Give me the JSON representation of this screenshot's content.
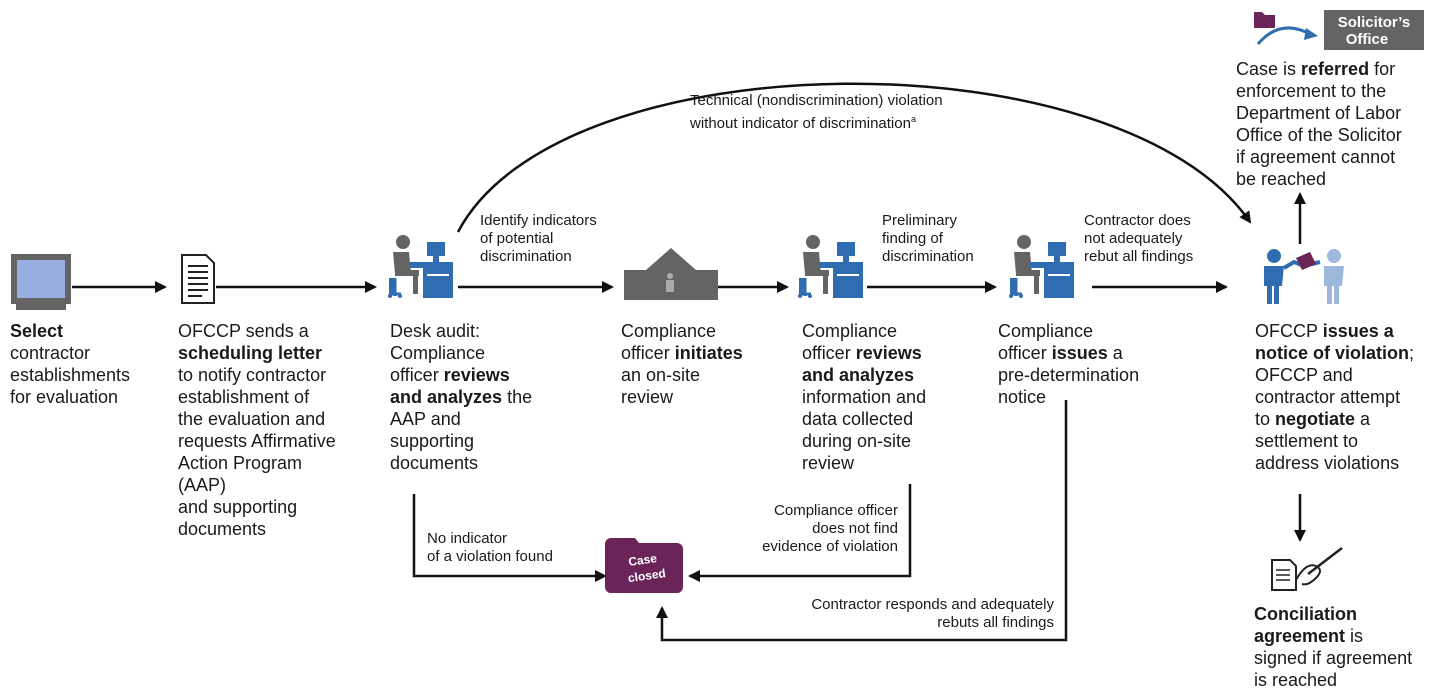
{
  "steps": {
    "select": {
      "line1_bold": "Select",
      "line2": "contractor",
      "line3": "establishments",
      "line4": "for evaluation"
    },
    "scheduling": {
      "line1": "OFCCP sends a",
      "line2_bold": "scheduling letter",
      "line3": "to notify contractor",
      "line4": "establishment of",
      "line5": "the evaluation and",
      "line6": "requests Affirmative",
      "line7": "Action Program",
      "line8": "(AAP)",
      "line9": "and supporting",
      "line10": "documents"
    },
    "desk_audit": {
      "line1": "Desk audit:",
      "line2": "Compliance",
      "line3_pre": "officer ",
      "line3_bold": "reviews",
      "line4_bold": "and analyzes",
      "line4_post": " the",
      "line5": "AAP and",
      "line6": "supporting",
      "line7": "documents"
    },
    "onsite": {
      "line1": "Compliance",
      "line2_pre": "officer ",
      "line2_bold": "initiates",
      "line3": "an on-site",
      "line4": "review"
    },
    "review": {
      "line1": "Compliance",
      "line2_pre": "officer ",
      "line2_bold": "reviews",
      "line3_bold": "and analyzes",
      "line4": "information and",
      "line5": "data collected",
      "line6": "during on-site",
      "line7": "review"
    },
    "predetermination": {
      "line1": "Compliance",
      "line2_pre": "officer ",
      "line2_bold": "issues",
      "line2_post": " a",
      "line3": "pre-determination",
      "line4": "notice"
    },
    "violation": {
      "line1_pre": "OFCCP ",
      "line1_bold": "issues a",
      "line2_bold": "notice of violation",
      "line2_post": ";",
      "line3": "OFCCP and",
      "line4": "contractor attempt",
      "line5_pre": "to ",
      "line5_bold": "negotiate",
      "line5_post": " a",
      "line6": "settlement to",
      "line7": "address violations"
    },
    "referral": {
      "line1_pre": "Case is ",
      "line1_bold": "referred",
      "line1_post": " for",
      "line2": "enforcement to the",
      "line3": "Department of Labor",
      "line4": "Office of the Solicitor",
      "line5": "if agreement cannot",
      "line6": "be reached"
    },
    "conciliation": {
      "line1_bold": "Conciliation",
      "line2_bold": "agreement",
      "line2_post": " is",
      "line3": "signed if agreement",
      "line4": "is reached"
    }
  },
  "notes": {
    "technical_line1": "Technical (nondiscrimination) violation",
    "technical_line2": "without indicator of discrimination",
    "technical_sup": "a",
    "identify_line1": "Identify indicators",
    "identify_line2": "of potential",
    "identify_line3": "discrimination",
    "preliminary_line1": "Preliminary",
    "preliminary_line2": "finding of",
    "preliminary_line3": "discrimination",
    "rebut_line1": "Contractor does",
    "rebut_line2": "not adequately",
    "rebut_line3": "rebut all findings",
    "no_indicator_line1": "No indicator",
    "no_indicator_line2": "of a violation found",
    "no_evidence_line1": "Compliance officer",
    "no_evidence_line2": "does not find",
    "no_evidence_line3": "evidence of violation",
    "responds_line1": "Contractor responds and adequately",
    "responds_line2": "rebuts all findings"
  },
  "badges": {
    "case_closed_line1": "Case",
    "case_closed_line2": "closed",
    "solicitor_line1": "Solicitor’s",
    "solicitor_line2": "Office"
  },
  "colors": {
    "icon_gray": "#646464",
    "icon_blue": "#2f6db0",
    "light_blue": "#9db8da",
    "screen_blue": "#99aee0",
    "case_purple": "#6b2458",
    "arrow": "#111111"
  }
}
